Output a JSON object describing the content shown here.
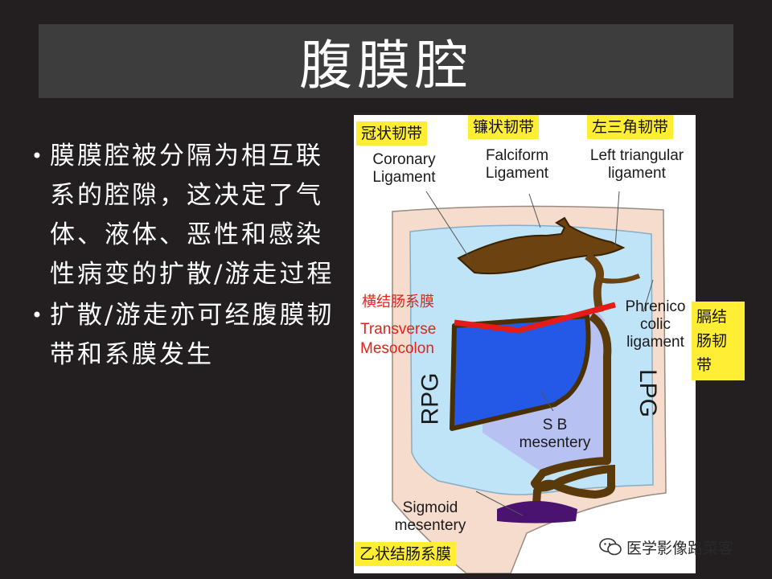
{
  "title": "腹膜腔",
  "bullets": [
    "膜膜腔被分隔为相互联系的腔隙，这决定了气体、液体、恶性和感染性病变的扩散/游走过程",
    "扩散/游走亦可经腹膜韧带和系膜发生"
  ],
  "figure": {
    "cn_labels": {
      "coronary": "冠状韧带",
      "falciform": "镰状韧带",
      "left_triangular": "左三角韧带",
      "phrenicocolic": "膈结肠韧带",
      "sigmoid": "乙状结肠系膜"
    },
    "en_labels": {
      "coronary": "Coronary Ligament",
      "falciform": "Falciform Ligament",
      "left_triangular": "Left triangular ligament",
      "phrenicocolic": "Phrenico colic ligament",
      "sb_mesentery": "S B mesentery",
      "sigmoid": "Sigmoid mesentery",
      "rpg": "RPG",
      "lpg": "LPG"
    },
    "transverse_mesocolon": {
      "cn": "横结肠系膜",
      "en_line1": "Transverse",
      "en_line2": "Mesocolon"
    }
  },
  "watermark": "医学影像路菜客"
}
